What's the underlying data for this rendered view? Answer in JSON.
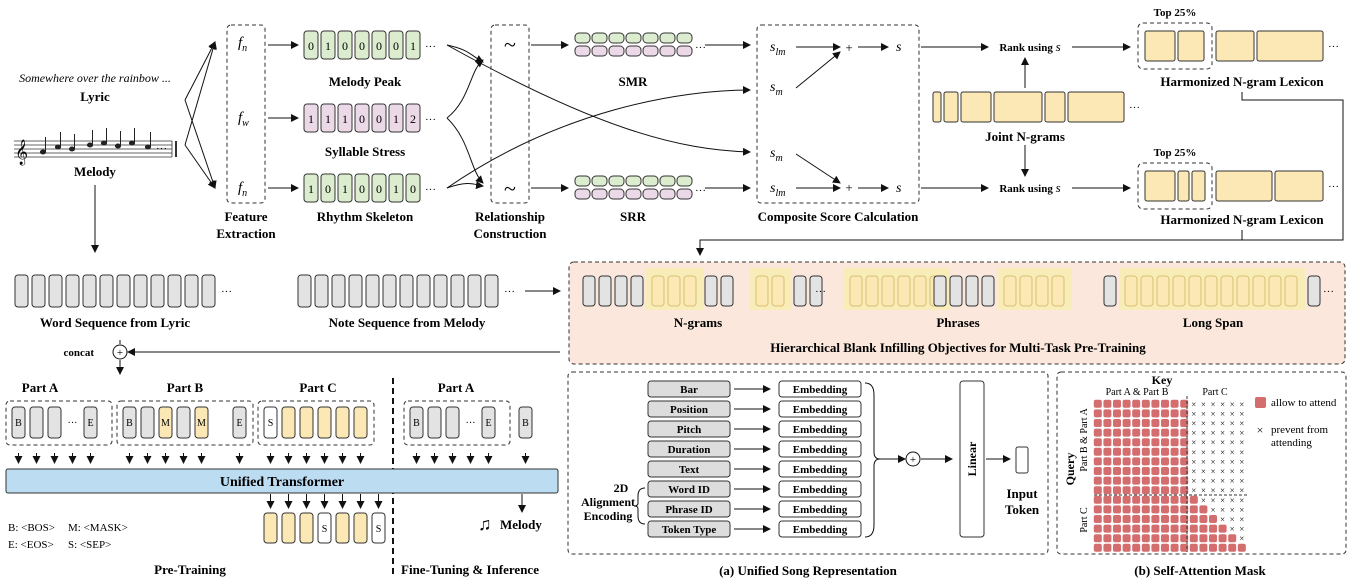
{
  "lyric_example": "Somewhere over the rainbow ...",
  "labels": {
    "lyric": "Lyric",
    "melody": "Melody",
    "feature_extraction_1": "Feature",
    "feature_extraction_2": "Extraction",
    "melody_peak": "Melody Peak",
    "syllable_stress": "Syllable Stress",
    "rhythm_skeleton": "Rhythm Skeleton",
    "relationship_1": "Relationship",
    "relationship_2": "Construction",
    "smr": "SMR",
    "srr": "SRR",
    "composite": "Composite Score Calculation",
    "joint_ngrams": "Joint N-grams",
    "rank_using": "Rank using",
    "top25": "Top 25%",
    "lexicon": "Harmonized N-gram Lexicon",
    "word_seq": "Word Sequence from Lyric",
    "note_seq": "Note Sequence from Melody",
    "ngrams": "N-grams",
    "phrases": "Phrases",
    "long_span": "Long Span",
    "hbi_title": "Hierarchical Blank Infilling Objectives for Multi-Task Pre-Training",
    "concat": "concat",
    "part_a": "Part A",
    "part_b": "Part B",
    "part_c": "Part C",
    "unified_transformer": "Unified Transformer",
    "legend_b": "B: <BOS>",
    "legend_m": "M: <MASK>",
    "legend_e": "E: <EOS>",
    "legend_s": "S: <SEP>",
    "melody_out": "Melody",
    "pretraining": "Pre-Training",
    "finetuning": "Fine-Tuning & Inference",
    "alignment_1": "2D",
    "alignment_2": "Alignment",
    "alignment_3": "Encoding",
    "linear": "Linear",
    "input_token_1": "Input",
    "input_token_2": "Token",
    "caption_a": "(a)  Unified Song Representation",
    "caption_b": "(b)  Self-Attention Mask",
    "key": "Key",
    "key_ab": "Part A & Part B",
    "key_c": "Part C",
    "query": "Query",
    "query_ab": "Part B & Part A",
    "query_c": "Part C",
    "allow": "allow to attend",
    "prevent_1": "prevent from",
    "prevent_2": "attending",
    "embedding": "Embedding"
  },
  "features": {
    "fn": "f",
    "fn_sub": "n",
    "fw": "f",
    "fw_sub": "w",
    "melody_peak_bits": [
      "0",
      "1",
      "0",
      "0",
      "0",
      "0",
      "1"
    ],
    "syllable_stress_bits": [
      "1",
      "1",
      "1",
      "0",
      "0",
      "1",
      "2"
    ],
    "rhythm_skeleton_bits": [
      "1",
      "0",
      "1",
      "0",
      "0",
      "1",
      "0"
    ]
  },
  "scores": {
    "s": "s",
    "s_lm_sub": "lm",
    "s_m_sub": "m",
    "plus": "+"
  },
  "tokens": {
    "part_a": [
      "B",
      "",
      "",
      "...",
      "E"
    ],
    "part_b": [
      "B",
      "",
      "M",
      "",
      "M",
      "E"
    ],
    "part_c": [
      "S",
      "",
      "",
      "",
      "",
      ""
    ],
    "finetune_a": [
      "B",
      "",
      "",
      "...",
      "E"
    ],
    "finetune_out": "B",
    "output": [
      "",
      "",
      "",
      "S",
      "",
      "",
      "S"
    ]
  },
  "embedding_inputs": [
    "Bar",
    "Position",
    "Pitch",
    "Duration",
    "Text",
    "Word ID",
    "Phrase ID",
    "Token Type"
  ],
  "colors": {
    "green": "#dceccf",
    "pink": "#ecd9e8",
    "yellow": "#fbe8b4",
    "gray": "#e3e3e3",
    "transformer": "#bcdcf2",
    "hbi_bg": "#fbe7dc",
    "mask_red": "#d46e6e"
  }
}
